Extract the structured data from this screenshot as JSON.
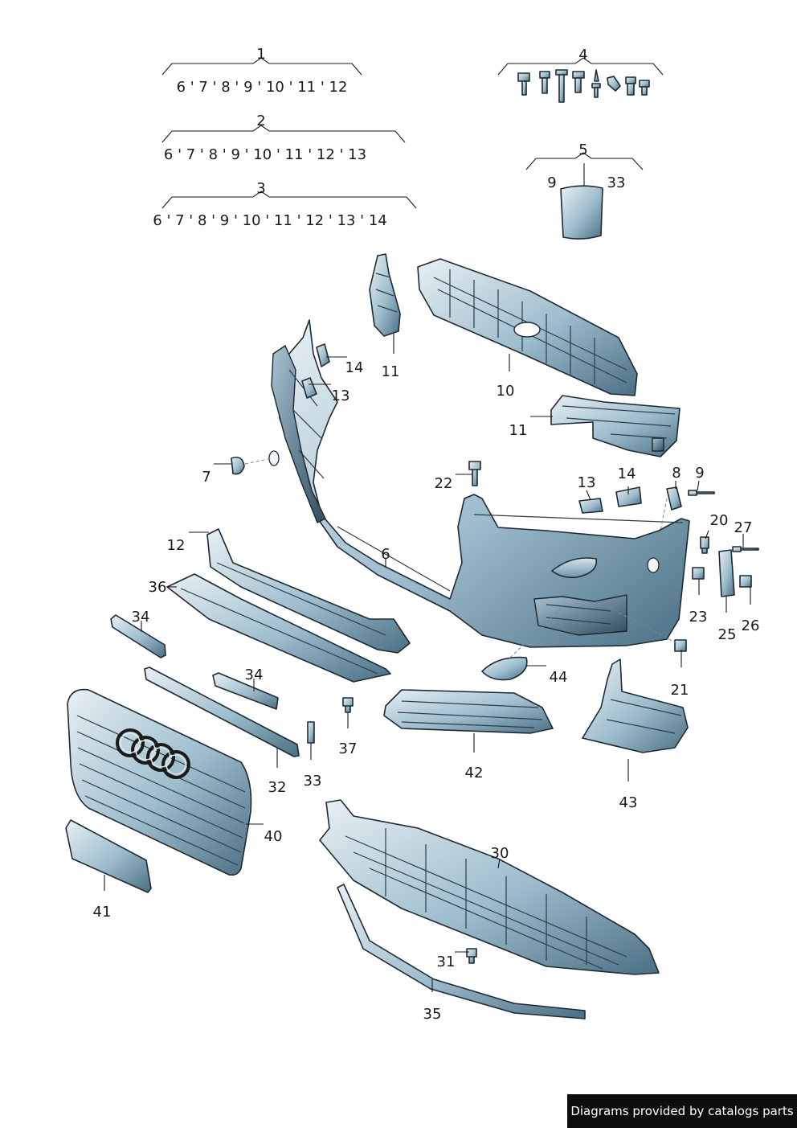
{
  "groups": [
    {
      "num": "1",
      "items": "6 ' 7 ' 8 ' 9 ' 10 ' 11 ' 12"
    },
    {
      "num": "2",
      "items": "6 ' 7 ' 8 ' 9 ' 10 ' 11 ' 12 ' 13"
    },
    {
      "num": "3",
      "items": "6 ' 7 ' 8 ' 9 ' 10 ' 11 ' 12 ' 13 ' 14"
    },
    {
      "num": "4"
    },
    {
      "num": "5",
      "left": "9",
      "right": "33"
    }
  ],
  "callouts": {
    "c6": "6",
    "c7": "7",
    "c8": "8",
    "c9": "9",
    "c10": "10",
    "c11a": "11",
    "c11b": "11",
    "c12": "12",
    "c13a": "13",
    "c13b": "13",
    "c14a": "14",
    "c14b": "14",
    "c20": "20",
    "c21": "21",
    "c22": "22",
    "c23": "23",
    "c25": "25",
    "c26": "26",
    "c27": "27",
    "c30": "30",
    "c31": "31",
    "c32": "32",
    "c33": "33",
    "c34a": "34",
    "c34b": "34",
    "c35": "35",
    "c36": "36",
    "c37": "37",
    "c40": "40",
    "c41": "41",
    "c42": "42",
    "c43": "43",
    "c44": "44"
  },
  "footer": "Diagrams provided by catalogs parts",
  "colors": {
    "part_light": "#dbe6ec",
    "part_mid": "#8fb0c2",
    "part_dark": "#3f6378",
    "footer_bg": "#0d0d0d"
  }
}
